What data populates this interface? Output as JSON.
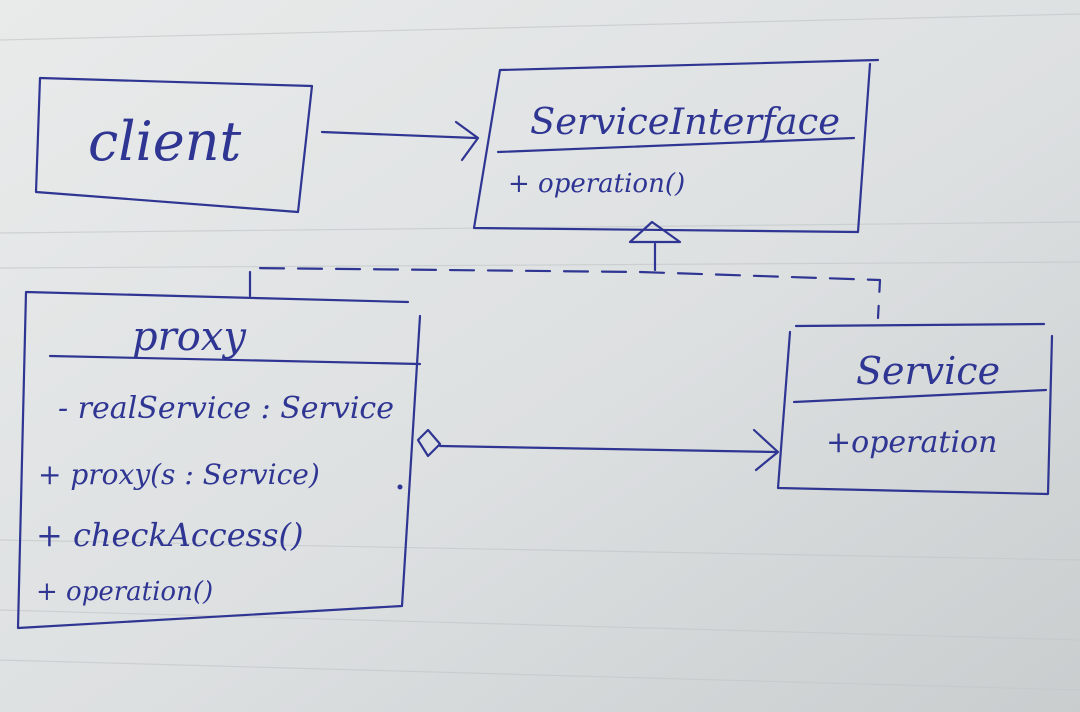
{
  "diagram": {
    "ink_color": "#2f3592",
    "paper_color": "#dfe2e2",
    "rule_color": "#c3c8ca",
    "client": {
      "name": "client"
    },
    "service_interface": {
      "name": "ServiceInterface",
      "operations": [
        "+ operation()"
      ]
    },
    "proxy": {
      "name": "proxy",
      "attributes": [
        "- realService : Service"
      ],
      "operations": [
        "+ proxy(s : Service)",
        "+ checkAccess()",
        "+ operation()"
      ]
    },
    "service": {
      "name": "Service",
      "operations": [
        "+operation"
      ]
    }
  }
}
